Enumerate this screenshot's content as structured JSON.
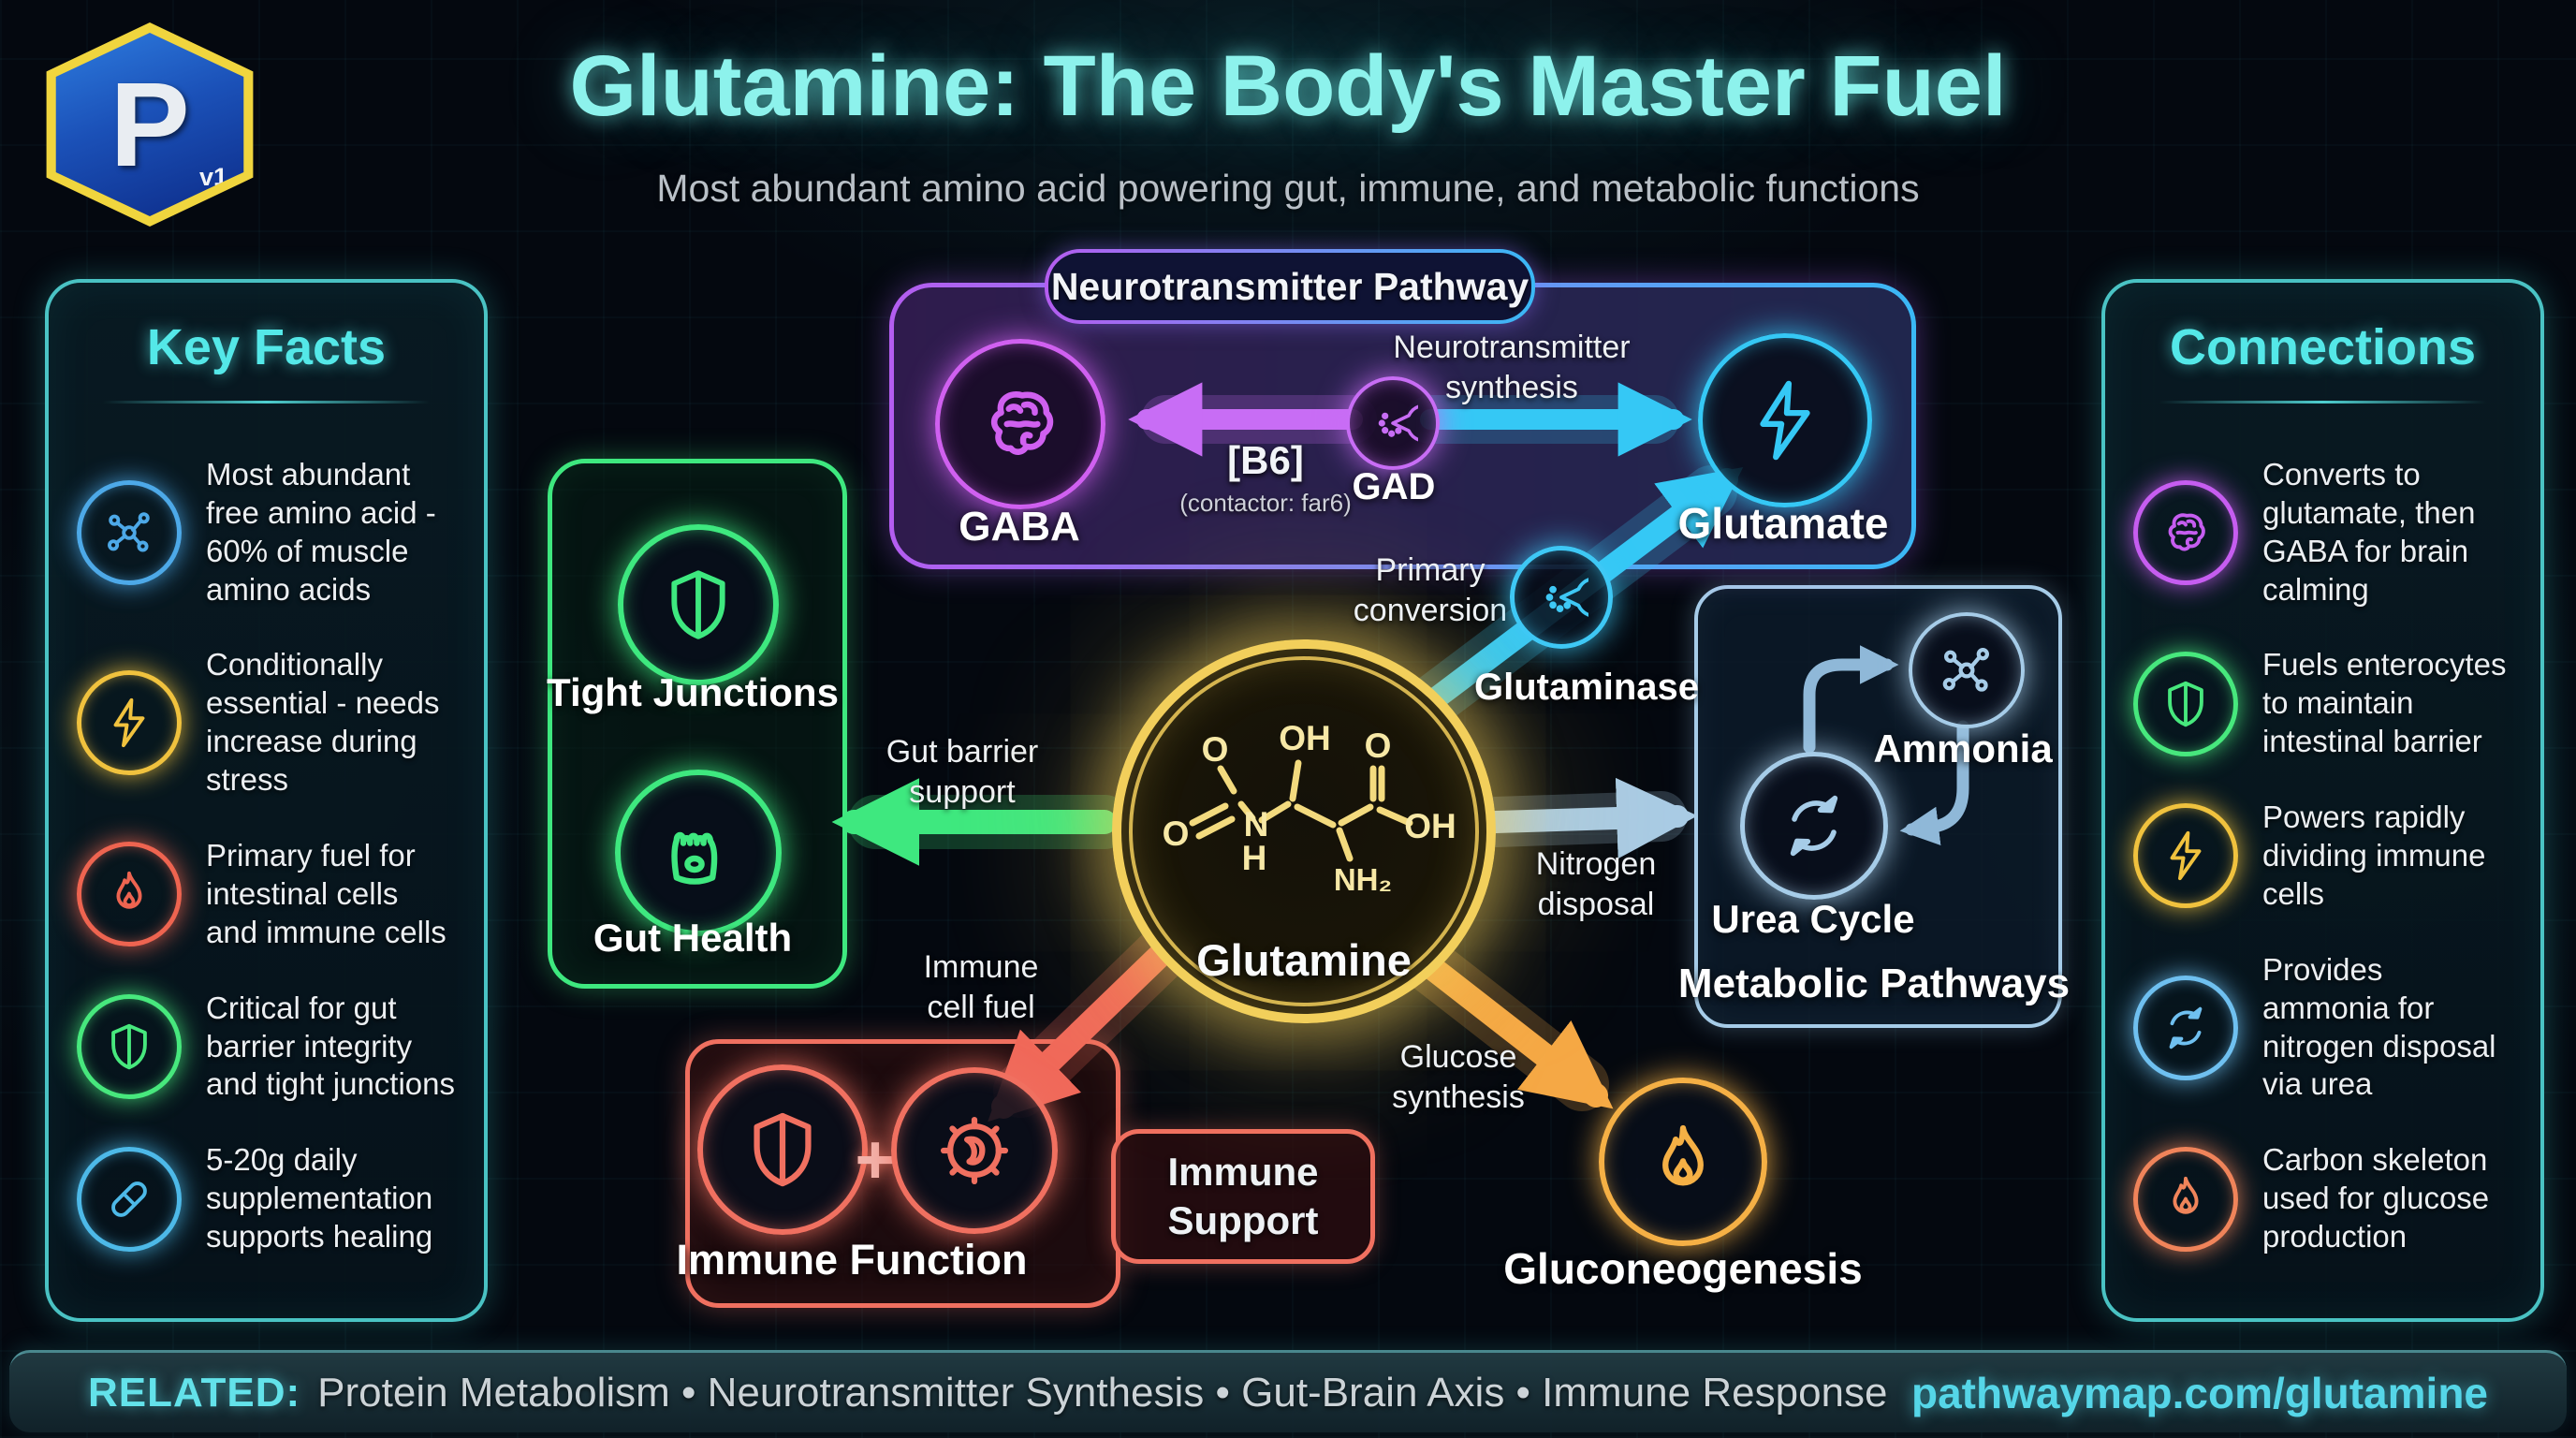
{
  "logo": {
    "letter": "P",
    "version": "v1"
  },
  "header": {
    "title": "Glutamine: The Body's Master Fuel",
    "subtitle": "Most abundant amino acid powering gut, immune, and metabolic functions"
  },
  "key_facts": {
    "title": "Key Facts",
    "items": [
      {
        "icon": "molecule-icon",
        "color": "#4da9e8",
        "text": "Most abundant free amino acid - 60% of muscle amino acids"
      },
      {
        "icon": "lightning-icon",
        "color": "#f0c23e",
        "text": "Conditionally essential - needs increase during stress"
      },
      {
        "icon": "flame-icon",
        "color": "#ee6450",
        "text": "Primary fuel for intestinal cells and immune cells"
      },
      {
        "icon": "shield-icon",
        "color": "#47e87d",
        "text": "Critical for gut barrier integrity and tight junctions"
      },
      {
        "icon": "pill-icon",
        "color": "#4db9e8",
        "text": "5-20g daily supplementation supports healing"
      }
    ]
  },
  "connections": {
    "title": "Connections",
    "items": [
      {
        "icon": "brain-icon",
        "color": "#c65df0",
        "text": "Converts to glutamate, then GABA for brain calming"
      },
      {
        "icon": "shield-icon",
        "color": "#47e87d",
        "text": "Fuels enterocytes to maintain intestinal barrier"
      },
      {
        "icon": "lightning-icon",
        "color": "#f0c23e",
        "text": "Powers rapidly dividing immune cells"
      },
      {
        "icon": "cycle-icon",
        "color": "#6fc0f0",
        "text": "Provides ammonia for nitrogen disposal via urea"
      },
      {
        "icon": "flame-icon",
        "color": "#f0845a",
        "text": "Carbon skeleton used for glucose production"
      }
    ]
  },
  "diagram": {
    "neuro": {
      "title": "Neurotransmitter Pathway",
      "gaba": "GABA",
      "gad": "GAD",
      "b6": "[B6]",
      "b6_note": "(contactor: far6)",
      "synthesis_label": "Neurotransmitter\nsynthesis",
      "glutamate": "Glutamate"
    },
    "molecule": {
      "name": "Glutamine",
      "o_top_left": "O",
      "o_left": "O",
      "oh_top": "OH",
      "n": "N",
      "h": "H",
      "nh2": "NH₂",
      "o_top_right": "O",
      "oh_right": "OH"
    },
    "gut": {
      "tight_junctions": "Tight Junctions",
      "gut_health": "Gut Health",
      "arrow_label": "Gut barrier\nsupport"
    },
    "immune": {
      "arrow_label": "Immune\ncell fuel",
      "function_label": "Immune Function",
      "support_label": "Immune\nSupport",
      "plus": "+"
    },
    "conversion": {
      "primary_label": "Primary\nconversion",
      "enzyme": "Glutaminase"
    },
    "metabolic": {
      "title": "Metabolic Pathways",
      "ammonia": "Ammonia",
      "urea": "Urea Cycle",
      "arrow_label": "Nitrogen\ndisposal"
    },
    "gluconeo": {
      "label": "Gluconeogenesis",
      "arrow_label": "Glucose\nsynthesis"
    }
  },
  "footer": {
    "related": "RELATED:",
    "topics": "Protein Metabolism • Neurotransmitter Synthesis • Gut-Brain Axis • Immune Response",
    "url": "pathwaymap.com/glutamine"
  },
  "palette": {
    "cyan": "#54e8e8",
    "green": "#3ee87f",
    "red": "#f07060",
    "purple": "#c86df5",
    "blue": "#35c8f5",
    "steel": "#a6cce8",
    "gold": "#f2cf5b",
    "orange": "#f5b045"
  }
}
